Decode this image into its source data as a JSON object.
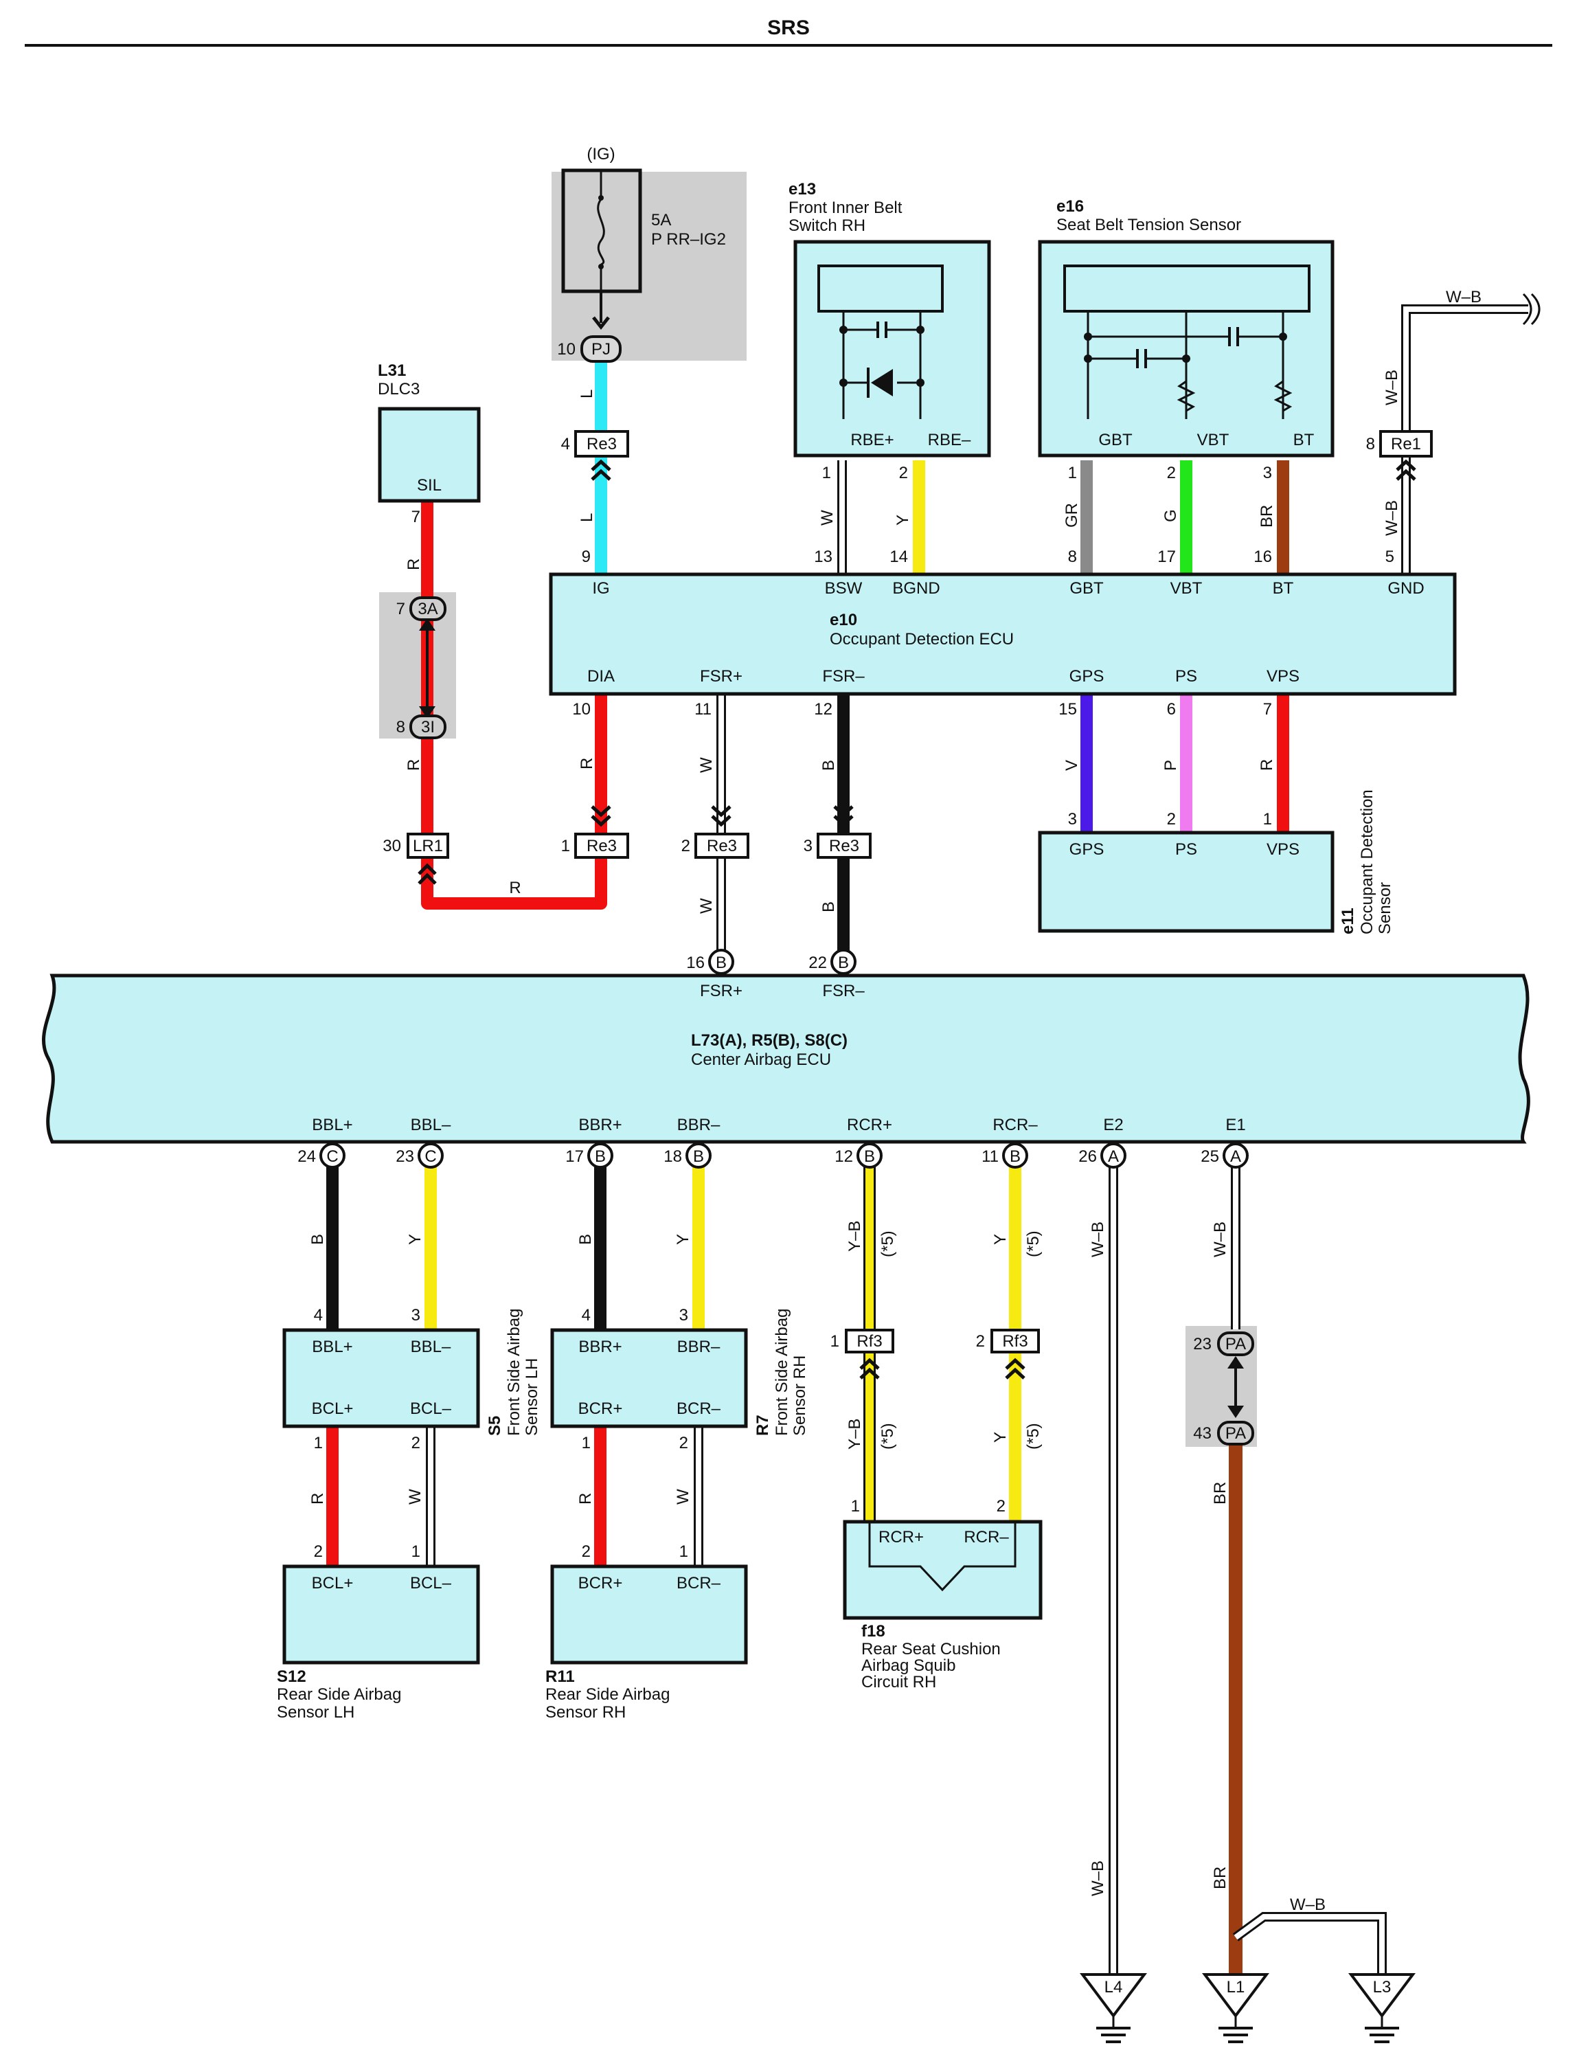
{
  "title": "SRS",
  "colors": {
    "L": "#2de8f5",
    "R": "#f01010",
    "W": "#ffffff",
    "Y": "#f7ea10",
    "B": "#111111",
    "GR": "#8a8a8a",
    "G": "#22e51a",
    "BR": "#9c3c10",
    "V": "#4c1ae8",
    "P": "#f07af0",
    "Y-B": "#f7ea10",
    "W-B": "#ffffff",
    "box": "#c4f2f5",
    "grey": "#cfcfcf"
  },
  "fuse": {
    "ig": "(IG)",
    "amp": "5A",
    "name": "P RR–IG2",
    "pin": "10",
    "connector": "PJ"
  },
  "dlc3": {
    "id": "L31",
    "name": "DLC3",
    "pin_label": "SIL",
    "pin": "7"
  },
  "e13": {
    "id": "e13",
    "name_line1": "Front Inner Belt",
    "name_line2": "Switch RH",
    "pin1_label": "RBE+",
    "pin2_label": "RBE–",
    "pin1": "1",
    "pin2": "2"
  },
  "e16": {
    "id": "e16",
    "name": "Seat Belt Tension Sensor",
    "pin1_label": "GBT",
    "pin2_label": "VBT",
    "pin3_label": "BT",
    "pin1": "1",
    "pin2": "2",
    "pin3": "3"
  },
  "e10": {
    "id": "e10",
    "name": "Occupant Detection ECU",
    "top_pins": [
      {
        "label": "IG",
        "num": "9"
      },
      {
        "label": "BSW",
        "num": "13"
      },
      {
        "label": "BGND",
        "num": "14"
      },
      {
        "label": "GBT",
        "num": "8"
      },
      {
        "label": "VBT",
        "num": "17"
      },
      {
        "label": "BT",
        "num": "16"
      },
      {
        "label": "GND",
        "num": "5"
      }
    ],
    "bottom_pins": [
      {
        "label": "DIA",
        "num": "10"
      },
      {
        "label": "FSR+",
        "num": "11"
      },
      {
        "label": "FSR–",
        "num": "12"
      },
      {
        "label": "GPS",
        "num": "15"
      },
      {
        "label": "PS",
        "num": "6"
      },
      {
        "label": "VPS",
        "num": "7"
      }
    ]
  },
  "e11": {
    "id": "e11",
    "name_line1": "Occupant Detection",
    "name_line2": "Sensor",
    "pins": [
      {
        "label": "GPS",
        "num": "3"
      },
      {
        "label": "PS",
        "num": "2"
      },
      {
        "label": "VPS",
        "num": "1"
      }
    ]
  },
  "center_ecu": {
    "id": "L73(A), R5(B), S8(C)",
    "name": "Center Airbag ECU",
    "top_pins": [
      {
        "label": "FSR+",
        "num": "16",
        "conn": "B"
      },
      {
        "label": "FSR–",
        "num": "22",
        "conn": "B"
      }
    ],
    "bottom_pins": [
      {
        "label": "BBL+",
        "num": "24",
        "conn": "C"
      },
      {
        "label": "BBL–",
        "num": "23",
        "conn": "C"
      },
      {
        "label": "BBR+",
        "num": "17",
        "conn": "B"
      },
      {
        "label": "BBR–",
        "num": "18",
        "conn": "B"
      },
      {
        "label": "RCR+",
        "num": "12",
        "conn": "B"
      },
      {
        "label": "RCR–",
        "num": "11",
        "conn": "B"
      },
      {
        "label": "E2",
        "num": "26",
        "conn": "A"
      },
      {
        "label": "E1",
        "num": "25",
        "conn": "A"
      }
    ]
  },
  "s5": {
    "id": "S5",
    "name_line1": "Front Side Airbag",
    "name_line2": "Sensor LH",
    "top": [
      "BBL+",
      "BBL–"
    ],
    "bottom": [
      "BCL+",
      "BCL–"
    ],
    "top_nums": [
      "4",
      "3"
    ],
    "bottom_nums": [
      "1",
      "2"
    ]
  },
  "r7": {
    "id": "R7",
    "name_line1": "Front Side Airbag",
    "name_line2": "Sensor RH",
    "top": [
      "BBR+",
      "BBR–"
    ],
    "bottom": [
      "BCR+",
      "BCR–"
    ],
    "top_nums": [
      "4",
      "3"
    ],
    "bottom_nums": [
      "1",
      "2"
    ]
  },
  "s12": {
    "id": "S12",
    "name_line1": "Rear Side Airbag",
    "name_line2": "Sensor LH",
    "pins": [
      "BCL+",
      "BCL–"
    ],
    "nums": [
      "2",
      "1"
    ]
  },
  "r11": {
    "id": "R11",
    "name_line1": "Rear Side Airbag",
    "name_line2": "Sensor RH",
    "pins": [
      "BCR+",
      "BCR–"
    ],
    "nums": [
      "2",
      "1"
    ]
  },
  "f18": {
    "id": "f18",
    "name_line1": "Rear Seat Cushion",
    "name_line2": "Airbag Squib",
    "name_line3": "Circuit RH",
    "pins": [
      "RCR+",
      "RCR–"
    ],
    "nums": [
      "1",
      "2"
    ]
  },
  "junctions": {
    "re3_ig": {
      "pin": "4",
      "name": "Re3"
    },
    "re1": {
      "pin": "8",
      "name": "Re1"
    },
    "j3a": {
      "pin": "7",
      "name": "3A"
    },
    "j3i": {
      "pin": "8",
      "name": "3I"
    },
    "lr1": {
      "pin": "30",
      "name": "LR1"
    },
    "re3_dia": {
      "pin": "1",
      "name": "Re3"
    },
    "re3_fsrp": {
      "pin": "2",
      "name": "Re3"
    },
    "re3_fsrm": {
      "pin": "3",
      "name": "Re3"
    },
    "rf3_p": {
      "pin": "1",
      "name": "Rf3"
    },
    "rf3_m": {
      "pin": "2",
      "name": "Rf3"
    },
    "pa_top": {
      "pin": "23",
      "name": "PA"
    },
    "pa_bot": {
      "pin": "43",
      "name": "PA"
    }
  },
  "wire_labels": {
    "l": "L",
    "r": "R",
    "w": "W",
    "y": "Y",
    "b": "B",
    "gr": "GR",
    "g": "G",
    "br": "BR",
    "wb": "W–B",
    "v": "V",
    "p": "P",
    "yb": "Y–B",
    "note5": "(*5)"
  },
  "grounds": [
    "L4",
    "L1",
    "L3"
  ]
}
